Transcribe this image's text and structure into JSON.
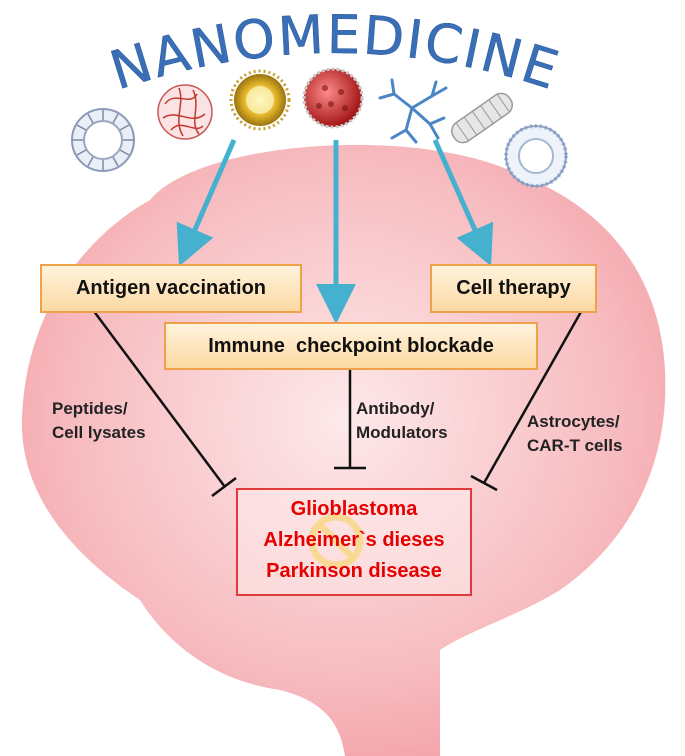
{
  "title": "NANOMEDICINE",
  "nanoparticles": [
    "liposome-icon",
    "polymer-network-icon",
    "gold-nanoparticle-icon",
    "virus-like-particle-icon",
    "dendrimer-icon",
    "carbon-nanotube-icon",
    "micelle-icon"
  ],
  "strategies": {
    "antigen": "Antigen vaccination",
    "checkpoint": "Immune  checkpoint blockade",
    "cell_therapy": "Cell therapy"
  },
  "agents": {
    "antigen_line1": "Peptides/",
    "antigen_line2": "Cell lysates",
    "checkpoint_line1": "Antibody/",
    "checkpoint_line2": "Modulators",
    "cell_line1": "Astrocytes/",
    "cell_line2": "CAR-T cells"
  },
  "diseases": [
    "Glioblastoma",
    "Alzheimer`s dieses",
    "Parkinson disease"
  ],
  "colors": {
    "title": "#3a6fb8",
    "arrow": "#45b1cf",
    "brain": "#f7b3b7",
    "box_border": "#f0a24a",
    "disease_text": "#e60000",
    "prohibit": "#f2c21b"
  }
}
